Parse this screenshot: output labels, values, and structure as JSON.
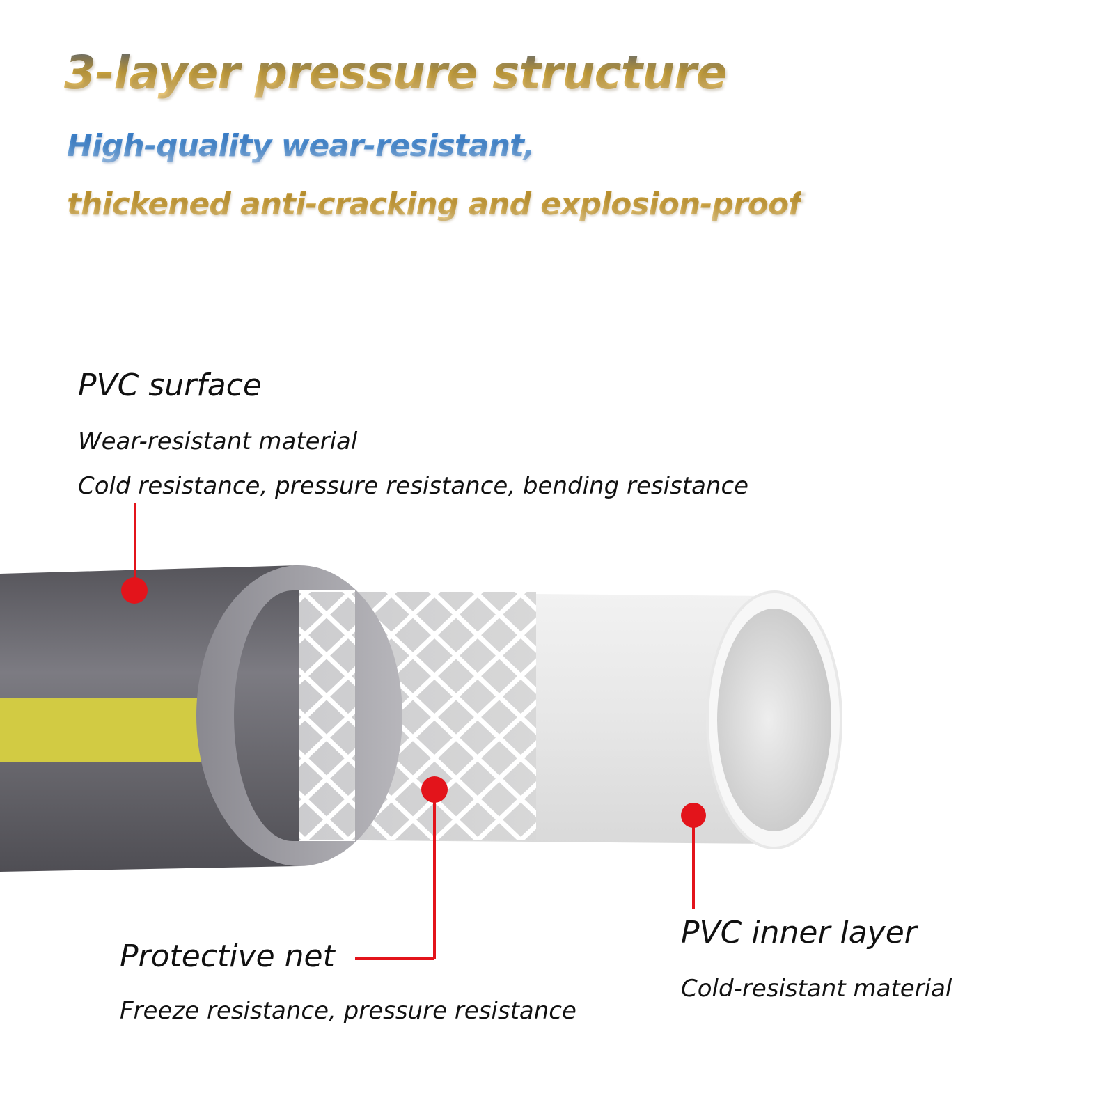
{
  "header": {
    "title": "3-layer pressure structure",
    "subtitle_line1": "High-quality wear-resistant,",
    "subtitle_line2": "thickened anti-cracking and explosion-proof"
  },
  "layers": {
    "outer": {
      "name": "PVC surface",
      "desc1": "Wear-resistant material",
      "desc2": "Cold resistance, pressure resistance, bending resistance"
    },
    "middle": {
      "name": "Protective net",
      "desc1": "Freeze resistance, pressure resistance"
    },
    "inner": {
      "name": "PVC inner layer",
      "desc1": "Cold-resistant material"
    }
  },
  "colors": {
    "outer_hose": "#5e5d63",
    "stripe": "#d2cb43",
    "marker": "#e3141b",
    "inner_tube": "#e6e6e6"
  }
}
